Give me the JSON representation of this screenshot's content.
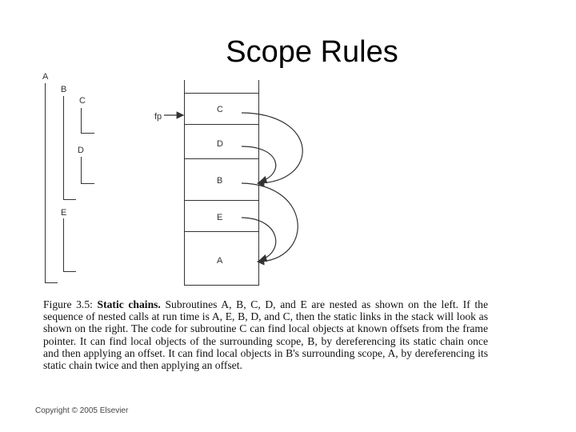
{
  "slide": {
    "title": "Scope Rules"
  },
  "nesting": {
    "labels": [
      "A",
      "B",
      "C",
      "D",
      "E"
    ]
  },
  "stack": {
    "frames": [
      "C",
      "D",
      "B",
      "E",
      "A"
    ],
    "fp_label": "fp"
  },
  "caption": {
    "figure_label": "Figure 3.5:",
    "title": "Static chains.",
    "text": "Subroutines A, B, C, D, and E are nested as shown on the left. If the sequence of nested calls at run time is A, E, B, D, and C, then the static links in the stack will look as shown on the right. The code for subroutine C can find local objects at known offsets from the frame pointer. It can find local objects of the surrounding scope, B, by dereferencing its static chain once and then applying an offset. It can find local objects in B's surrounding scope, A, by dereferencing its static chain twice and then applying an offset."
  },
  "footer": {
    "copyright": "Copyright © 2005 Elsevier"
  }
}
